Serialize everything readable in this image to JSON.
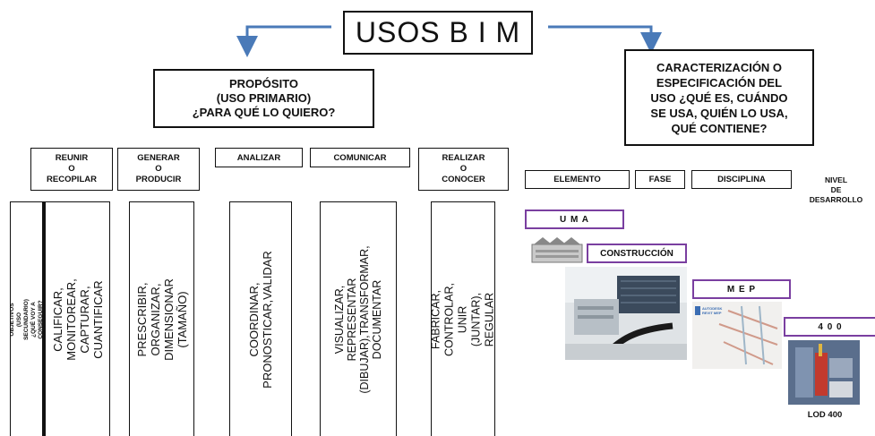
{
  "title": "USOS B I M",
  "proposito": "PROPÓSITO\n(USO PRIMARIO)\n¿PARA QUÉ LO QUIERO?",
  "caracterizacion": "CARACTERIZACIÓN O\nESPECIFICACIÓN DEL\nUSO ¿QUÉ ES, CUÁNDO\nSE USA, QUIÉN LO USA,\nQUÉ CONTIENE?",
  "categories": {
    "reunir": "REUNIR\nO\nRECOPILAR",
    "generar": "GENERAR\nO\nPRODUCIR",
    "analizar": "ANALIZAR",
    "comunicar": "COMUNICAR",
    "realizar": "REALIZAR\nO\nCONOCER"
  },
  "objetivos": "OBJETIVOS\n(USO SECUNDARIO)\n¿QUÉ VOY A CONSEGUIR?",
  "secondary": {
    "reunir": "CALIFICAR, MONITOREAR,\nCAPTURAR, CUANTIFICAR",
    "generar": "PRESCRIBIR, ORGANIZAR,\nDIMENSIONAR (TAMAÑO)",
    "analizar": "COORDINAR,\nPRONOSTICAR,VALIDAR",
    "comunicar": "VISUALIZAR, REPRESENTAR\n(DIBUJAR),TRANSFORMAR,\nDOCUMENTAR",
    "realizar": "FABRICAR, CONTROLAR, UNIR\n(JUNTAR), REGULAR"
  },
  "spec_headers": {
    "elemento": "ELEMENTO",
    "fase": "FASE",
    "disciplina": "DISCIPLINA",
    "nivel": "NIVEL\nDE\nDESARROLLO"
  },
  "spec_values": {
    "elemento": "U M A",
    "fase": "CONSTRUCCIÓN",
    "disciplina": "M E P",
    "nivel": "4 0 0"
  },
  "lod_caption": "LOD 400",
  "revit_label": "AUTODESK\nREVIT MEP",
  "colors": {
    "arrow": "#4a7ab8",
    "accent_border": "#7a3fa0"
  }
}
